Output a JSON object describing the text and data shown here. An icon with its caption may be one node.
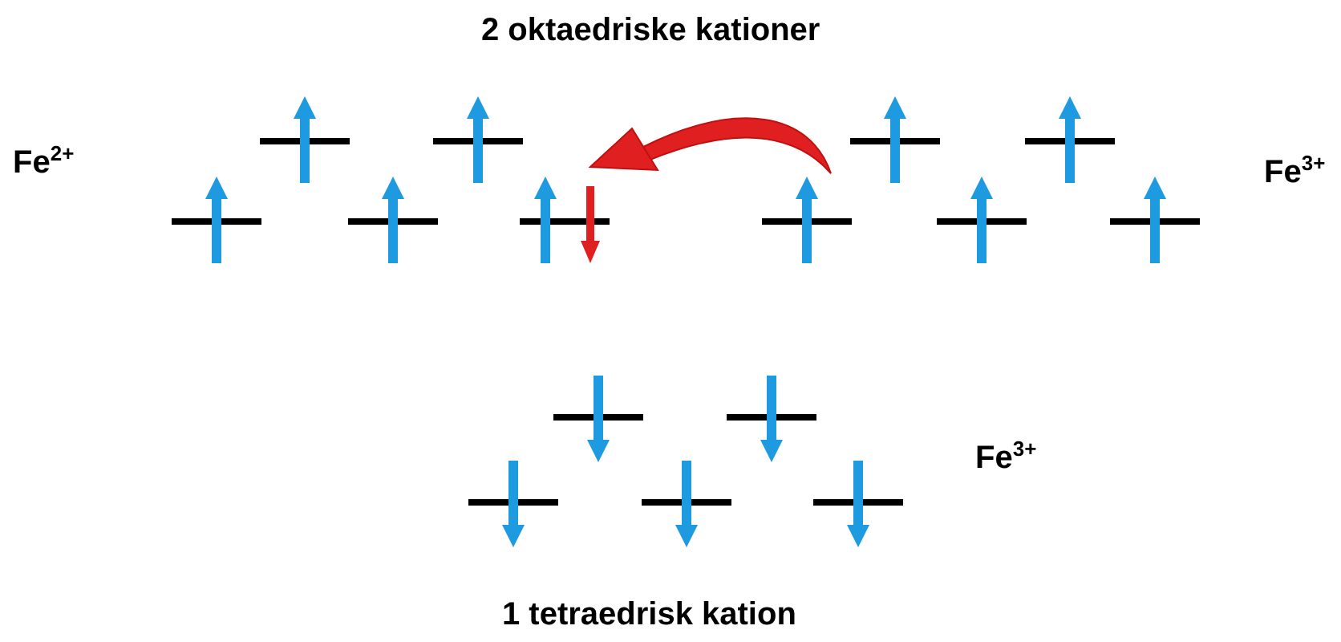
{
  "diagram": {
    "title": "2 oktaedriske kationer",
    "caption": "1 tetraedrisk kation",
    "labels": [
      "Fe$^{2+}$",
      "Fe$^{3+}$",
      "Fe$^{3+}$"
    ]
  }
}
